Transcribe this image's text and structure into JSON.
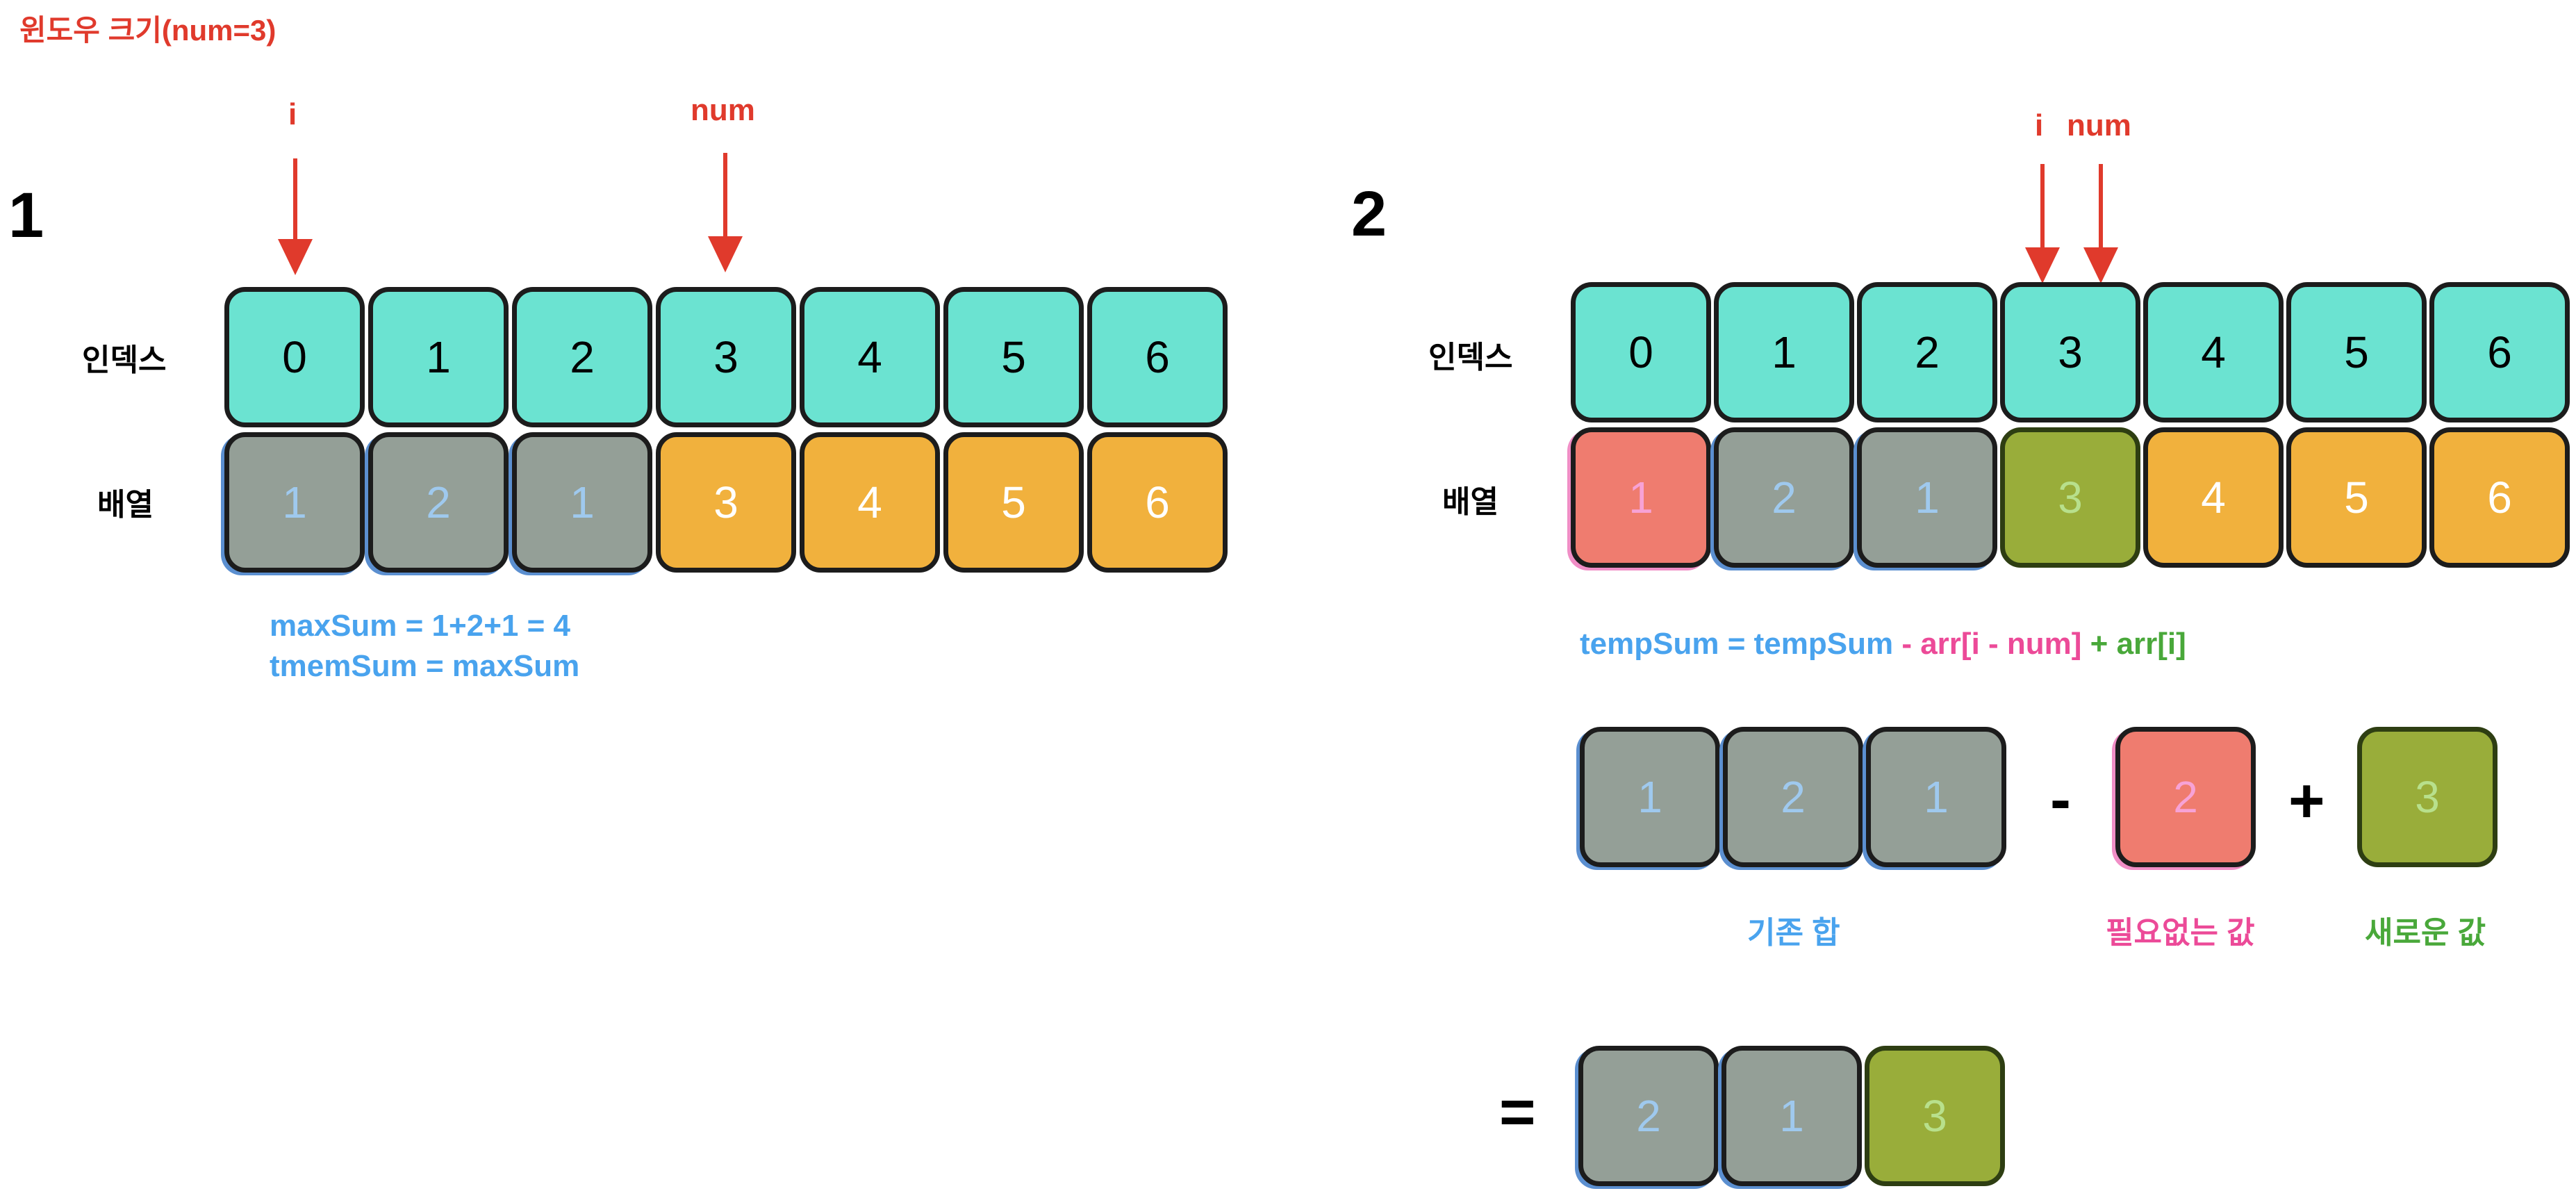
{
  "title": "윈도우 크기(num=3)",
  "panel1": {
    "number": "1",
    "pointer_i": "i",
    "pointer_num": "num",
    "index_label": "인덱스",
    "array_label": "배열",
    "indices": [
      "0",
      "1",
      "2",
      "3",
      "4",
      "5",
      "6"
    ],
    "array": [
      "1",
      "2",
      "1",
      "3",
      "4",
      "5",
      "6"
    ],
    "formula_line1": "maxSum =  1+2+1 = 4",
    "formula_line2": "tmemSum = maxSum"
  },
  "panel2": {
    "number": "2",
    "pointer_i": "i",
    "pointer_num": "num",
    "index_label": "인덱스",
    "array_label": "배열",
    "indices": [
      "0",
      "1",
      "2",
      "3",
      "4",
      "5",
      "6"
    ],
    "array": [
      "1",
      "2",
      "1",
      "3",
      "4",
      "5",
      "6"
    ],
    "formula": {
      "part_blue": "tempSum = tempSum",
      "part_pink": " - arr[i - num]",
      "part_green": " + arr[i]"
    },
    "existing_sum": [
      "1",
      "2",
      "1"
    ],
    "minus": "-",
    "removed_value": "2",
    "plus": "+",
    "new_value": "3",
    "caption_existing": "기존 합",
    "caption_removed": "필요없는 값",
    "caption_new": "새로운 값",
    "equals": "=",
    "result": [
      "2",
      "1",
      "3"
    ]
  },
  "colors": {
    "index_cell": "#6be3d1",
    "in_window": "#949f97",
    "outside": "#f1b13d",
    "removed": "#ef7c6f",
    "added": "#99ad3a",
    "pointer": "#e03a2c"
  }
}
